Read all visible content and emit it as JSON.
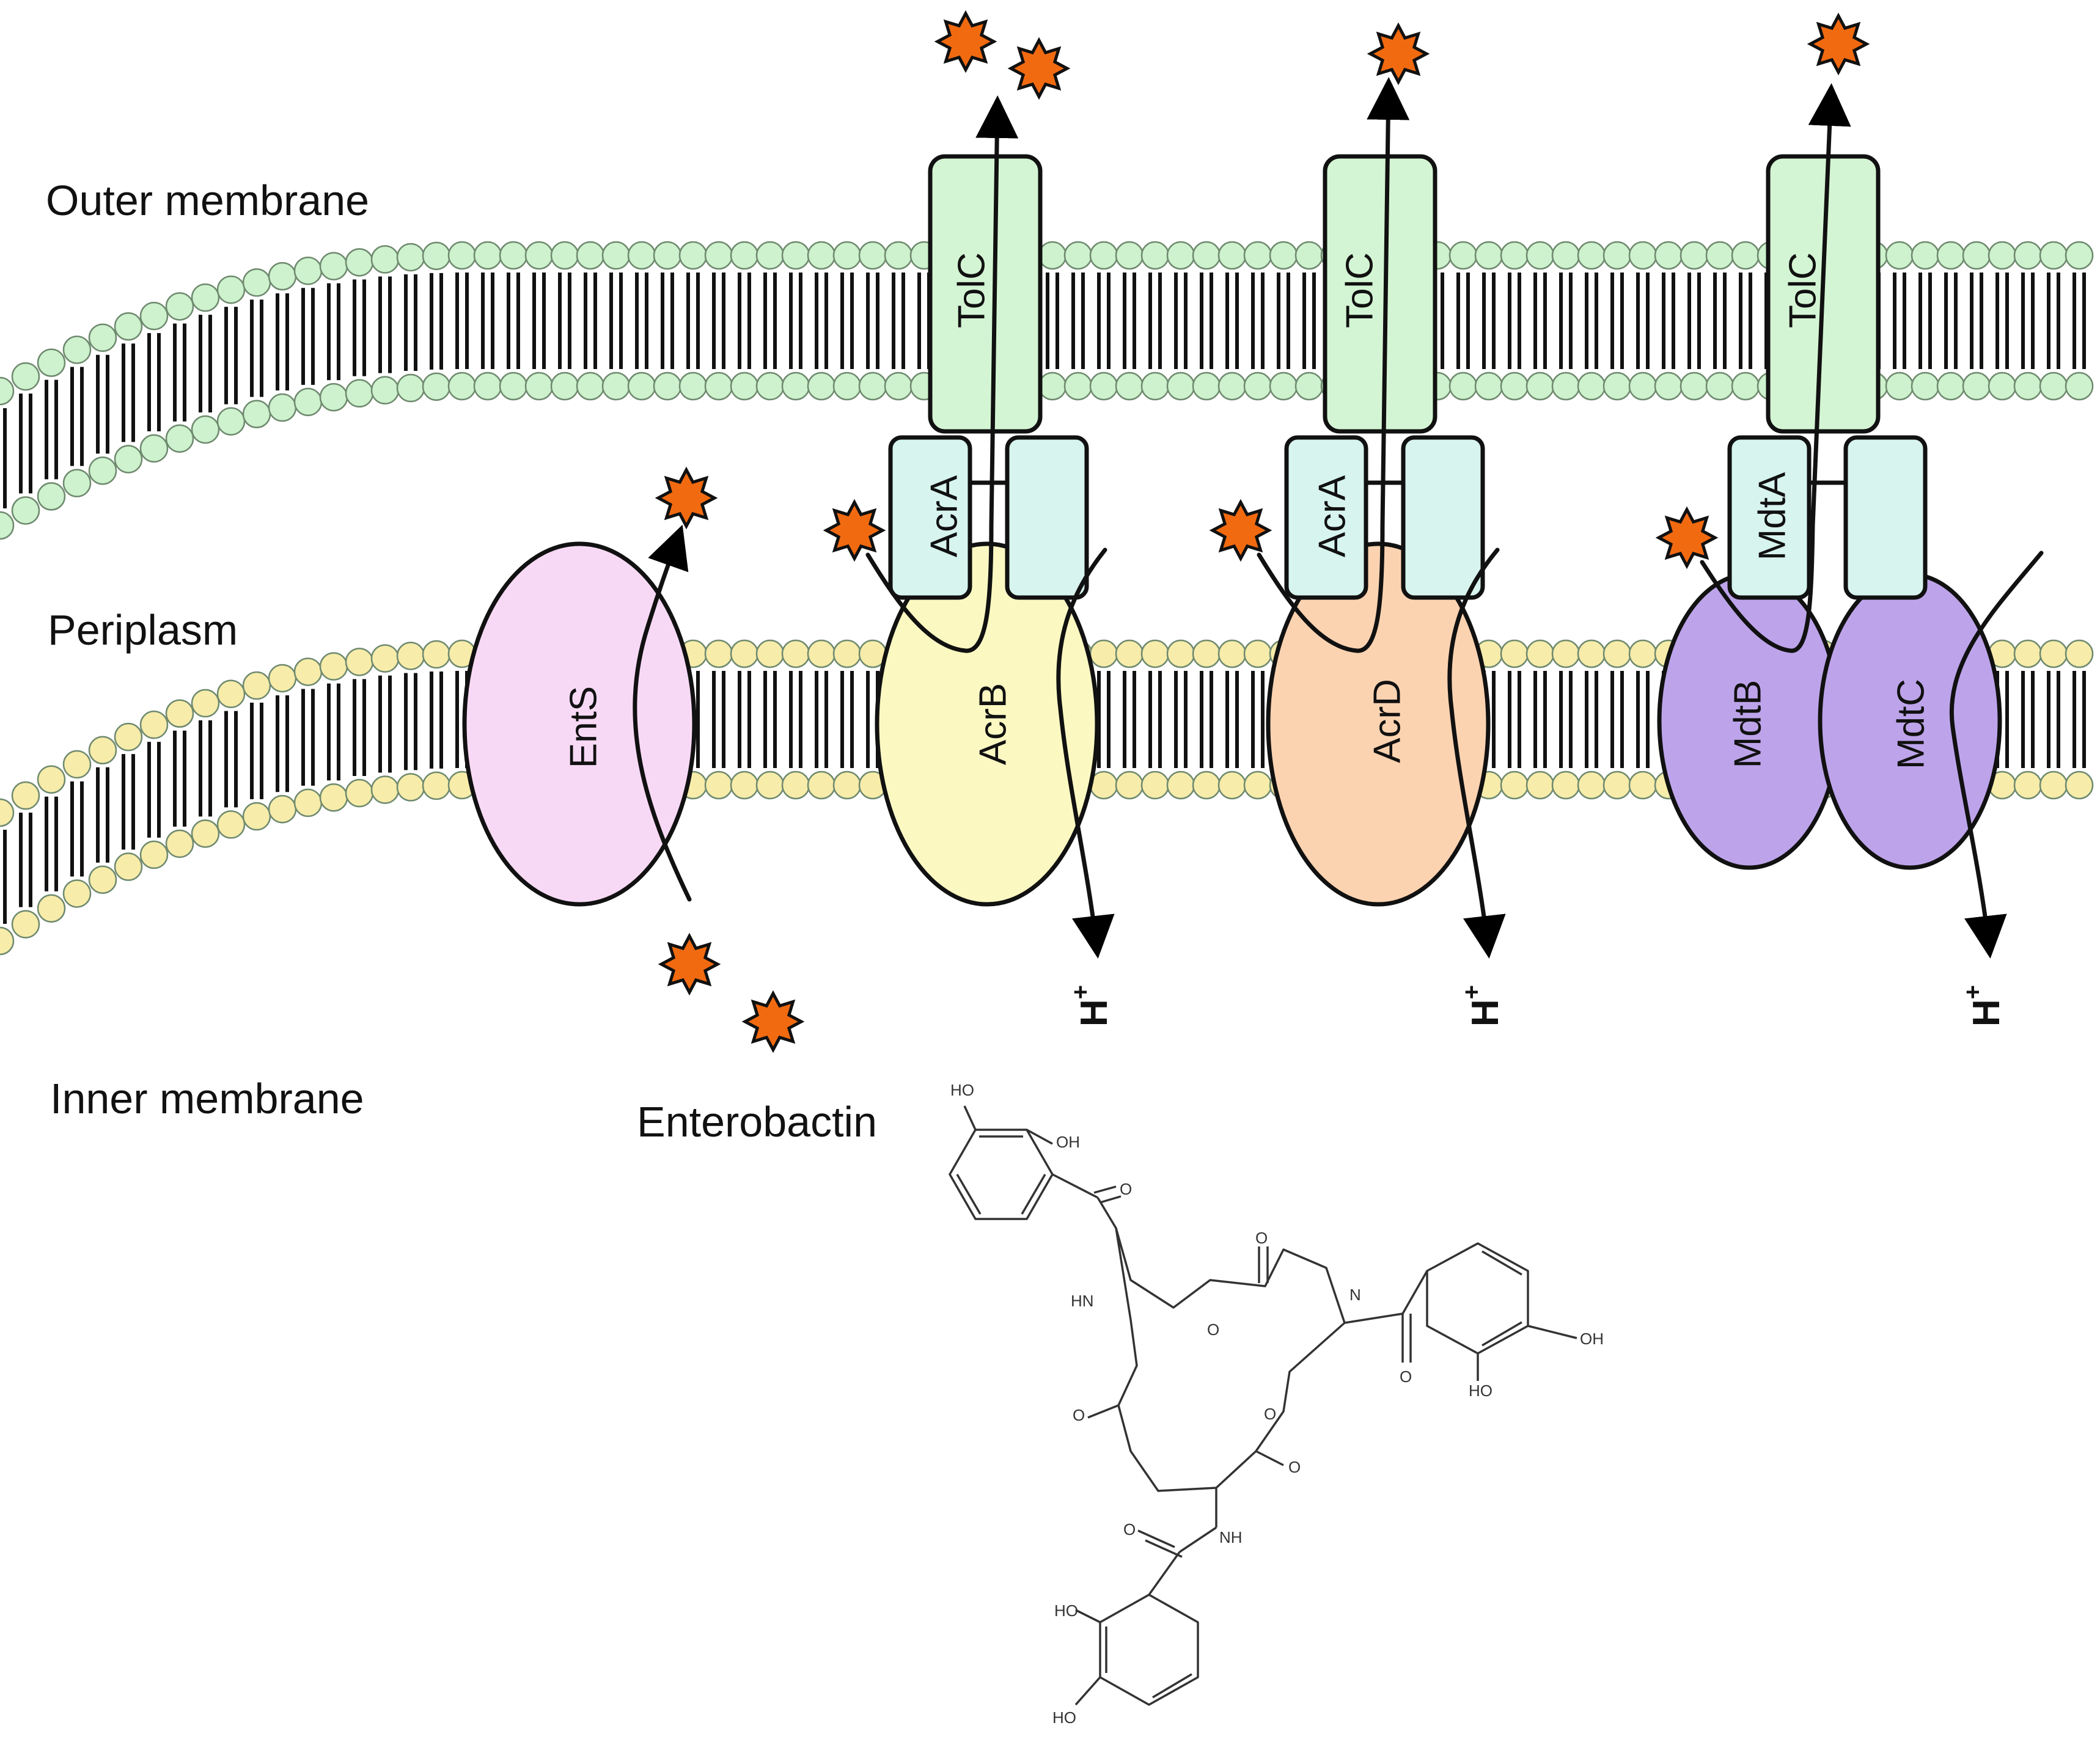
{
  "regions": {
    "outer_membrane": "Outer membrane",
    "periplasm": "Periplasm",
    "inner_membrane": "Inner membrane"
  },
  "proteins": {
    "ents": "EntS",
    "acrb": "AcrB",
    "acrd": "AcrD",
    "mdtb": "MdtB",
    "mdtc": "MdtC",
    "acra_1": "AcrA",
    "acra_2": "AcrA",
    "mdta": "MdtA",
    "tolc_1": "TolC",
    "tolc_2": "TolC",
    "tolc_3": "TolC"
  },
  "proton": {
    "base": "H",
    "charge": "+"
  },
  "molecule": {
    "name": "Enterobactin",
    "atoms": {
      "ho": "HO",
      "oh": "OH",
      "o": "O",
      "hn": "HN",
      "nh": "NH",
      "n": "N"
    }
  },
  "colors": {
    "outer_membrane": "#cdf2cd",
    "inner_membrane": "#f7ecaa",
    "ents": "#f7d9f5",
    "acrb": "#fbf8c2",
    "acrd": "#fcd3b1",
    "mdt": "#bda4ea",
    "adaptor": "#d7f4ee",
    "tolc": "#d4f5d4",
    "substrate": "#f26a10"
  },
  "substrate_icon": "star-icon"
}
